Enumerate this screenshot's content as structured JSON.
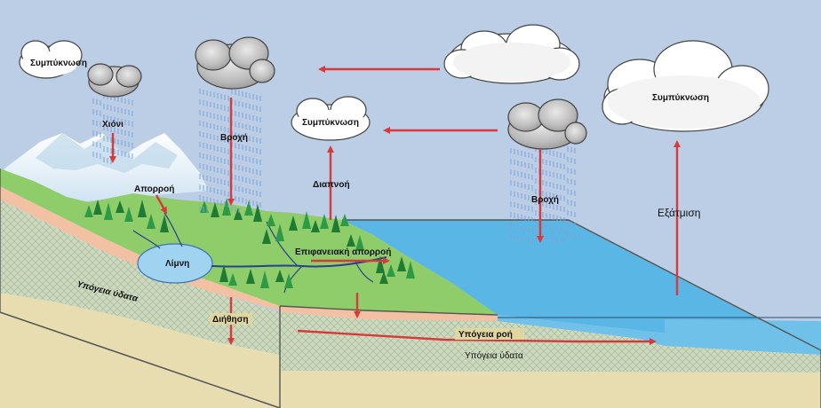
{
  "labels": {
    "condensation_top_left": "Συμπύκνωση",
    "snow": "Χιόνι",
    "rain_left": "Βροχή",
    "condensation_middle": "Συμπύκνωση",
    "evaporation_land": "Διαπνοή",
    "runoff": "Απορροή",
    "lake": "Λίμνη",
    "surface_runoff": "Επιφανειακή απορροή",
    "groundwater_left": "Υπόγεια ύδατα",
    "infiltration": "Διήθηση",
    "groundwater_flow": "Υπόγεια ροή",
    "groundwater_front": "Υπόγεια ύδατα",
    "rain_right": "Βροχή",
    "evaporation": "Εξάτμιση",
    "condensation_right": "Συμπύκνωση"
  },
  "colors": {
    "sky": "#bccde6",
    "ocean_top": "#5ab6e4",
    "ocean_front": "#6fc1ea",
    "land": "#8fcd6a",
    "soil": "#f2c0a2",
    "groundwater": "#c9d7b8",
    "bedrock": "#e8ddb0",
    "arrow": "#d63a3a",
    "rain": "#7fa3d6",
    "river": "#2a3f8f"
  }
}
